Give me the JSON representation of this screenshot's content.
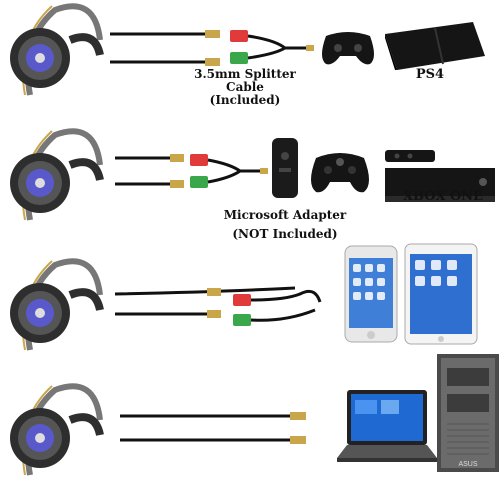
{
  "rows": [
    {
      "id": "ps4",
      "cable_caption_lines": [
        "3.5mm Splitter Cable",
        "(Included)"
      ],
      "device_label": "PS4"
    },
    {
      "id": "xbox-one",
      "adapter_caption_lines": [
        "Microsoft Adapter",
        "(NOT Included)"
      ],
      "device_label": "XBOX ONE"
    },
    {
      "id": "mobile",
      "devices": [
        "smartphone",
        "tablet"
      ]
    },
    {
      "id": "pc",
      "devices": [
        "laptop",
        "desktop-tower"
      ],
      "tower_brand": "ASUS"
    }
  ],
  "colors": {
    "headset_dark": "#3a3a3a",
    "headset_led": "#5b5bff",
    "cable": "#111111",
    "plug_red": "#e03a3a",
    "plug_green": "#3aa84a",
    "plug_gold": "#c9a64a",
    "console_black": "#151515"
  },
  "icons": [
    "headset-icon",
    "splitter-cable-icon",
    "ps4-controller-icon",
    "ps4-console-icon",
    "xbox-adapter-icon",
    "xbox-controller-icon",
    "kinect-icon",
    "xbox-console-icon",
    "smartphone-icon",
    "tablet-icon",
    "laptop-icon",
    "desktop-tower-icon"
  ]
}
